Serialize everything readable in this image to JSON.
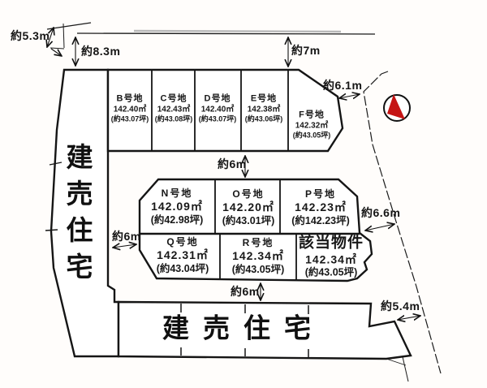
{
  "area_titles": {
    "left_vertical": "建売住宅",
    "bottom": "建売住宅"
  },
  "lots": [
    {
      "id": "B",
      "name": "B号地",
      "area": "142.40㎡",
      "tsubo": "(約43.07坪)"
    },
    {
      "id": "C",
      "name": "C号地",
      "area": "142.43㎡",
      "tsubo": "(約43.08坪)"
    },
    {
      "id": "D",
      "name": "D号地",
      "area": "142.40㎡",
      "tsubo": "(約43.07坪)"
    },
    {
      "id": "E",
      "name": "E号地",
      "area": "142.38㎡",
      "tsubo": "(約43.06坪)"
    },
    {
      "id": "F",
      "name": "F号地",
      "area": "142.32㎡",
      "tsubo": "(約43.05坪)"
    },
    {
      "id": "N",
      "name": "N号地",
      "area": "142.09㎡",
      "tsubo": "(約42.98坪)"
    },
    {
      "id": "O",
      "name": "O号地",
      "area": "142.20㎡",
      "tsubo": "(約43.01坪)"
    },
    {
      "id": "P",
      "name": "P号地",
      "area": "142.23㎡",
      "tsubo": "(約142.23坪)"
    },
    {
      "id": "Q",
      "name": "Q号地",
      "area": "142.31㎡",
      "tsubo": "(約43.04坪)"
    },
    {
      "id": "R",
      "name": "R号地",
      "area": "142.34㎡",
      "tsubo": "(約43.05坪)"
    },
    {
      "id": "subject",
      "name": "該当物件",
      "area": "142.34㎡",
      "tsubo": "(約43.05坪)"
    }
  ],
  "measurements": {
    "m5_3": "約5.3m",
    "m8_3": "約8.3m",
    "m7": "約7m",
    "m6_1": "約6.1m",
    "m6_top": "約6m",
    "m6_6": "約6.6m",
    "m6_left": "約6m",
    "m6_bottom": "約6m",
    "m5_4": "約5.4m"
  },
  "compass": {
    "arrow_color": "#c51414",
    "ring_color": "#111111"
  }
}
